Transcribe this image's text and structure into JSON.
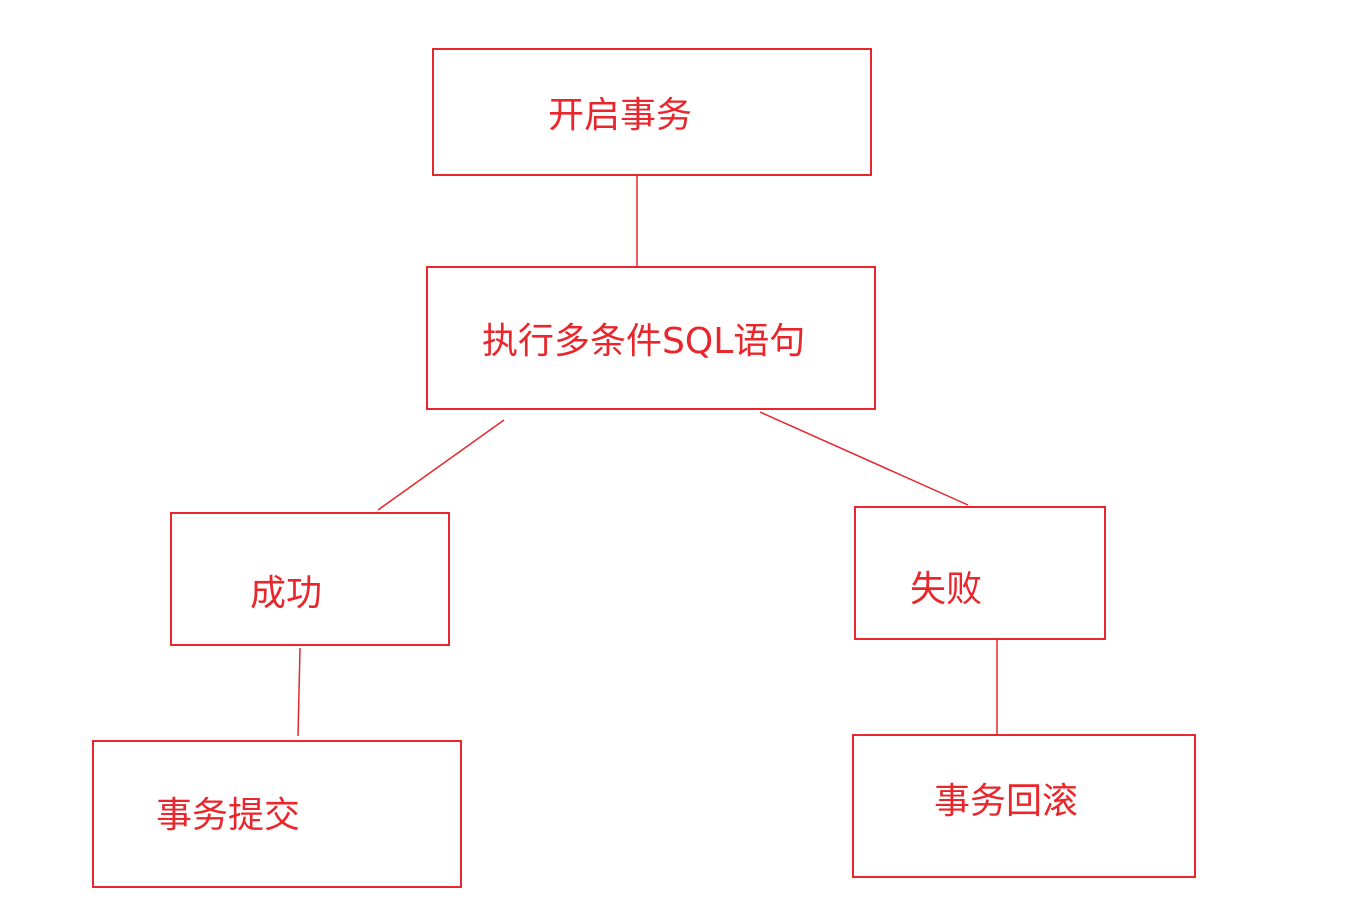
{
  "diagram": {
    "nodes": {
      "start": {
        "label": "开启事务"
      },
      "exec": {
        "label": "执行多条件SQL语句"
      },
      "success": {
        "label": "成功"
      },
      "fail": {
        "label": "失败"
      },
      "commit": {
        "label": "事务提交"
      },
      "rollback": {
        "label": "事务回滚"
      }
    },
    "edges": [
      {
        "from": "start",
        "to": "exec"
      },
      {
        "from": "exec",
        "to": "success"
      },
      {
        "from": "exec",
        "to": "fail"
      },
      {
        "from": "success",
        "to": "commit"
      },
      {
        "from": "fail",
        "to": "rollback"
      }
    ],
    "colors": {
      "stroke": "#e8262b",
      "text": "#e8262b",
      "background": "#ffffff"
    }
  }
}
